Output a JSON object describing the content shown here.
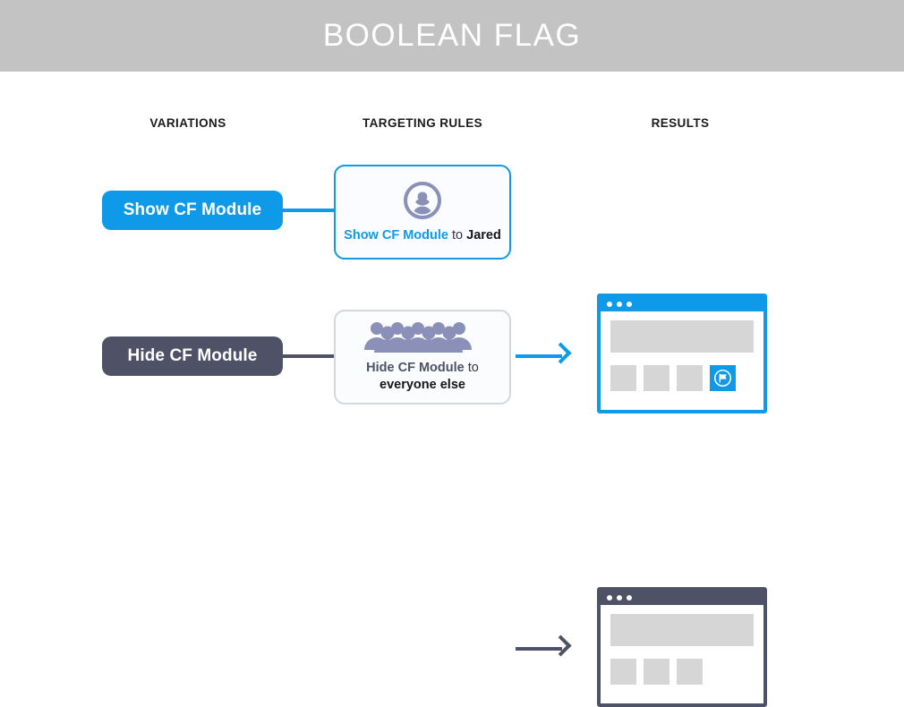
{
  "header": {
    "title": "BOOLEAN FLAG",
    "background_color": "#c3c3c3",
    "text_color": "#ffffff"
  },
  "colors": {
    "accent_blue": "#0e9ae8",
    "slate": "#4f5266",
    "icon_purple": "#8b90b8",
    "placeholder_gray": "#d6d6d6"
  },
  "columns": [
    {
      "key": "variations",
      "label": "VARIATIONS"
    },
    {
      "key": "targeting_rules",
      "label": "TARGETING RULES"
    },
    {
      "key": "results",
      "label": "RESULTS"
    }
  ],
  "rows": [
    {
      "key": "show",
      "variation": {
        "label": "Show CF Module",
        "pill_color": "#0e9ae8",
        "text_color": "#ffffff"
      },
      "rule": {
        "icon": "single-person-avatar-icon",
        "border_color": "#0e9ae8",
        "text_parts": {
          "flag": "Show CF Module",
          "connector": " to ",
          "audience": "Jared"
        },
        "full_text": "Show CF Module to Jared"
      },
      "arrow": {
        "name": "arrow-right-icon",
        "color": "#0e9ae8"
      },
      "result": {
        "frame_color": "#0e9ae8",
        "dots": 3,
        "tiles": [
          {
            "type": "placeholder"
          },
          {
            "type": "placeholder"
          },
          {
            "type": "placeholder"
          },
          {
            "type": "cf-module",
            "icon": "chat-flag-icon",
            "color": "#0e9ae8"
          }
        ]
      }
    },
    {
      "key": "hide",
      "variation": {
        "label": "Hide CF Module",
        "pill_color": "#4f5266",
        "text_color": "#ffffff"
      },
      "rule": {
        "icon": "crowd-of-people-icon",
        "border_color": "#d4d6de",
        "text_parts": {
          "flag": "Hide CF Module",
          "connector": " to",
          "audience": "everyone else"
        },
        "full_text": "Hide CF Module to everyone else"
      },
      "arrow": {
        "name": "arrow-right-icon",
        "color": "#4f5266"
      },
      "result": {
        "frame_color": "#4f5266",
        "dots": 3,
        "tiles": [
          {
            "type": "placeholder"
          },
          {
            "type": "placeholder"
          },
          {
            "type": "placeholder"
          }
        ]
      }
    }
  ]
}
